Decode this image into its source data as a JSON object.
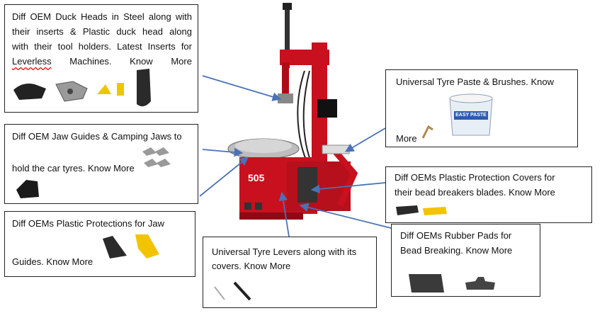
{
  "boxes": {
    "duck_heads": {
      "lines": [
        "Diff OEM Duck Heads in Steel along with",
        "their inserts & Plastic duck head along",
        "with their tool holders. Latest Inserts for"
      ],
      "last_word": "Leverless",
      "last_rest": [
        "Machines.",
        "Know",
        "More"
      ]
    },
    "jaw_guides": {
      "line1": "Diff OEM Jaw Guides & Camping Jaws to",
      "line2": "hold the car tyres. Know More"
    },
    "plastic_jaw": {
      "line1": "Diff OEMs Plastic Protections for Jaw",
      "line2": "Guides. Know More"
    },
    "tyre_levers": {
      "line1": "Universal Tyre Levers along with its",
      "line2": "covers. Know More"
    },
    "tyre_paste": {
      "line1": "Universal Tyre Paste & Brushes. Know",
      "line2": "More",
      "product_label": "EASY PASTE"
    },
    "protection_covers": {
      "line1": "Diff OEMs Plastic Protection Covers for",
      "line2": "their bead breakers blades. Know More"
    },
    "rubber_pads": {
      "line1": "Diff OEMs Rubber Pads for",
      "line2": "Bead Breaking. Know More"
    }
  },
  "machine": {
    "model_label": "505"
  },
  "colors": {
    "machine_red": "#c8101e",
    "arrow_blue": "#4a72b8",
    "jaw_yellow": "#f2c400"
  }
}
